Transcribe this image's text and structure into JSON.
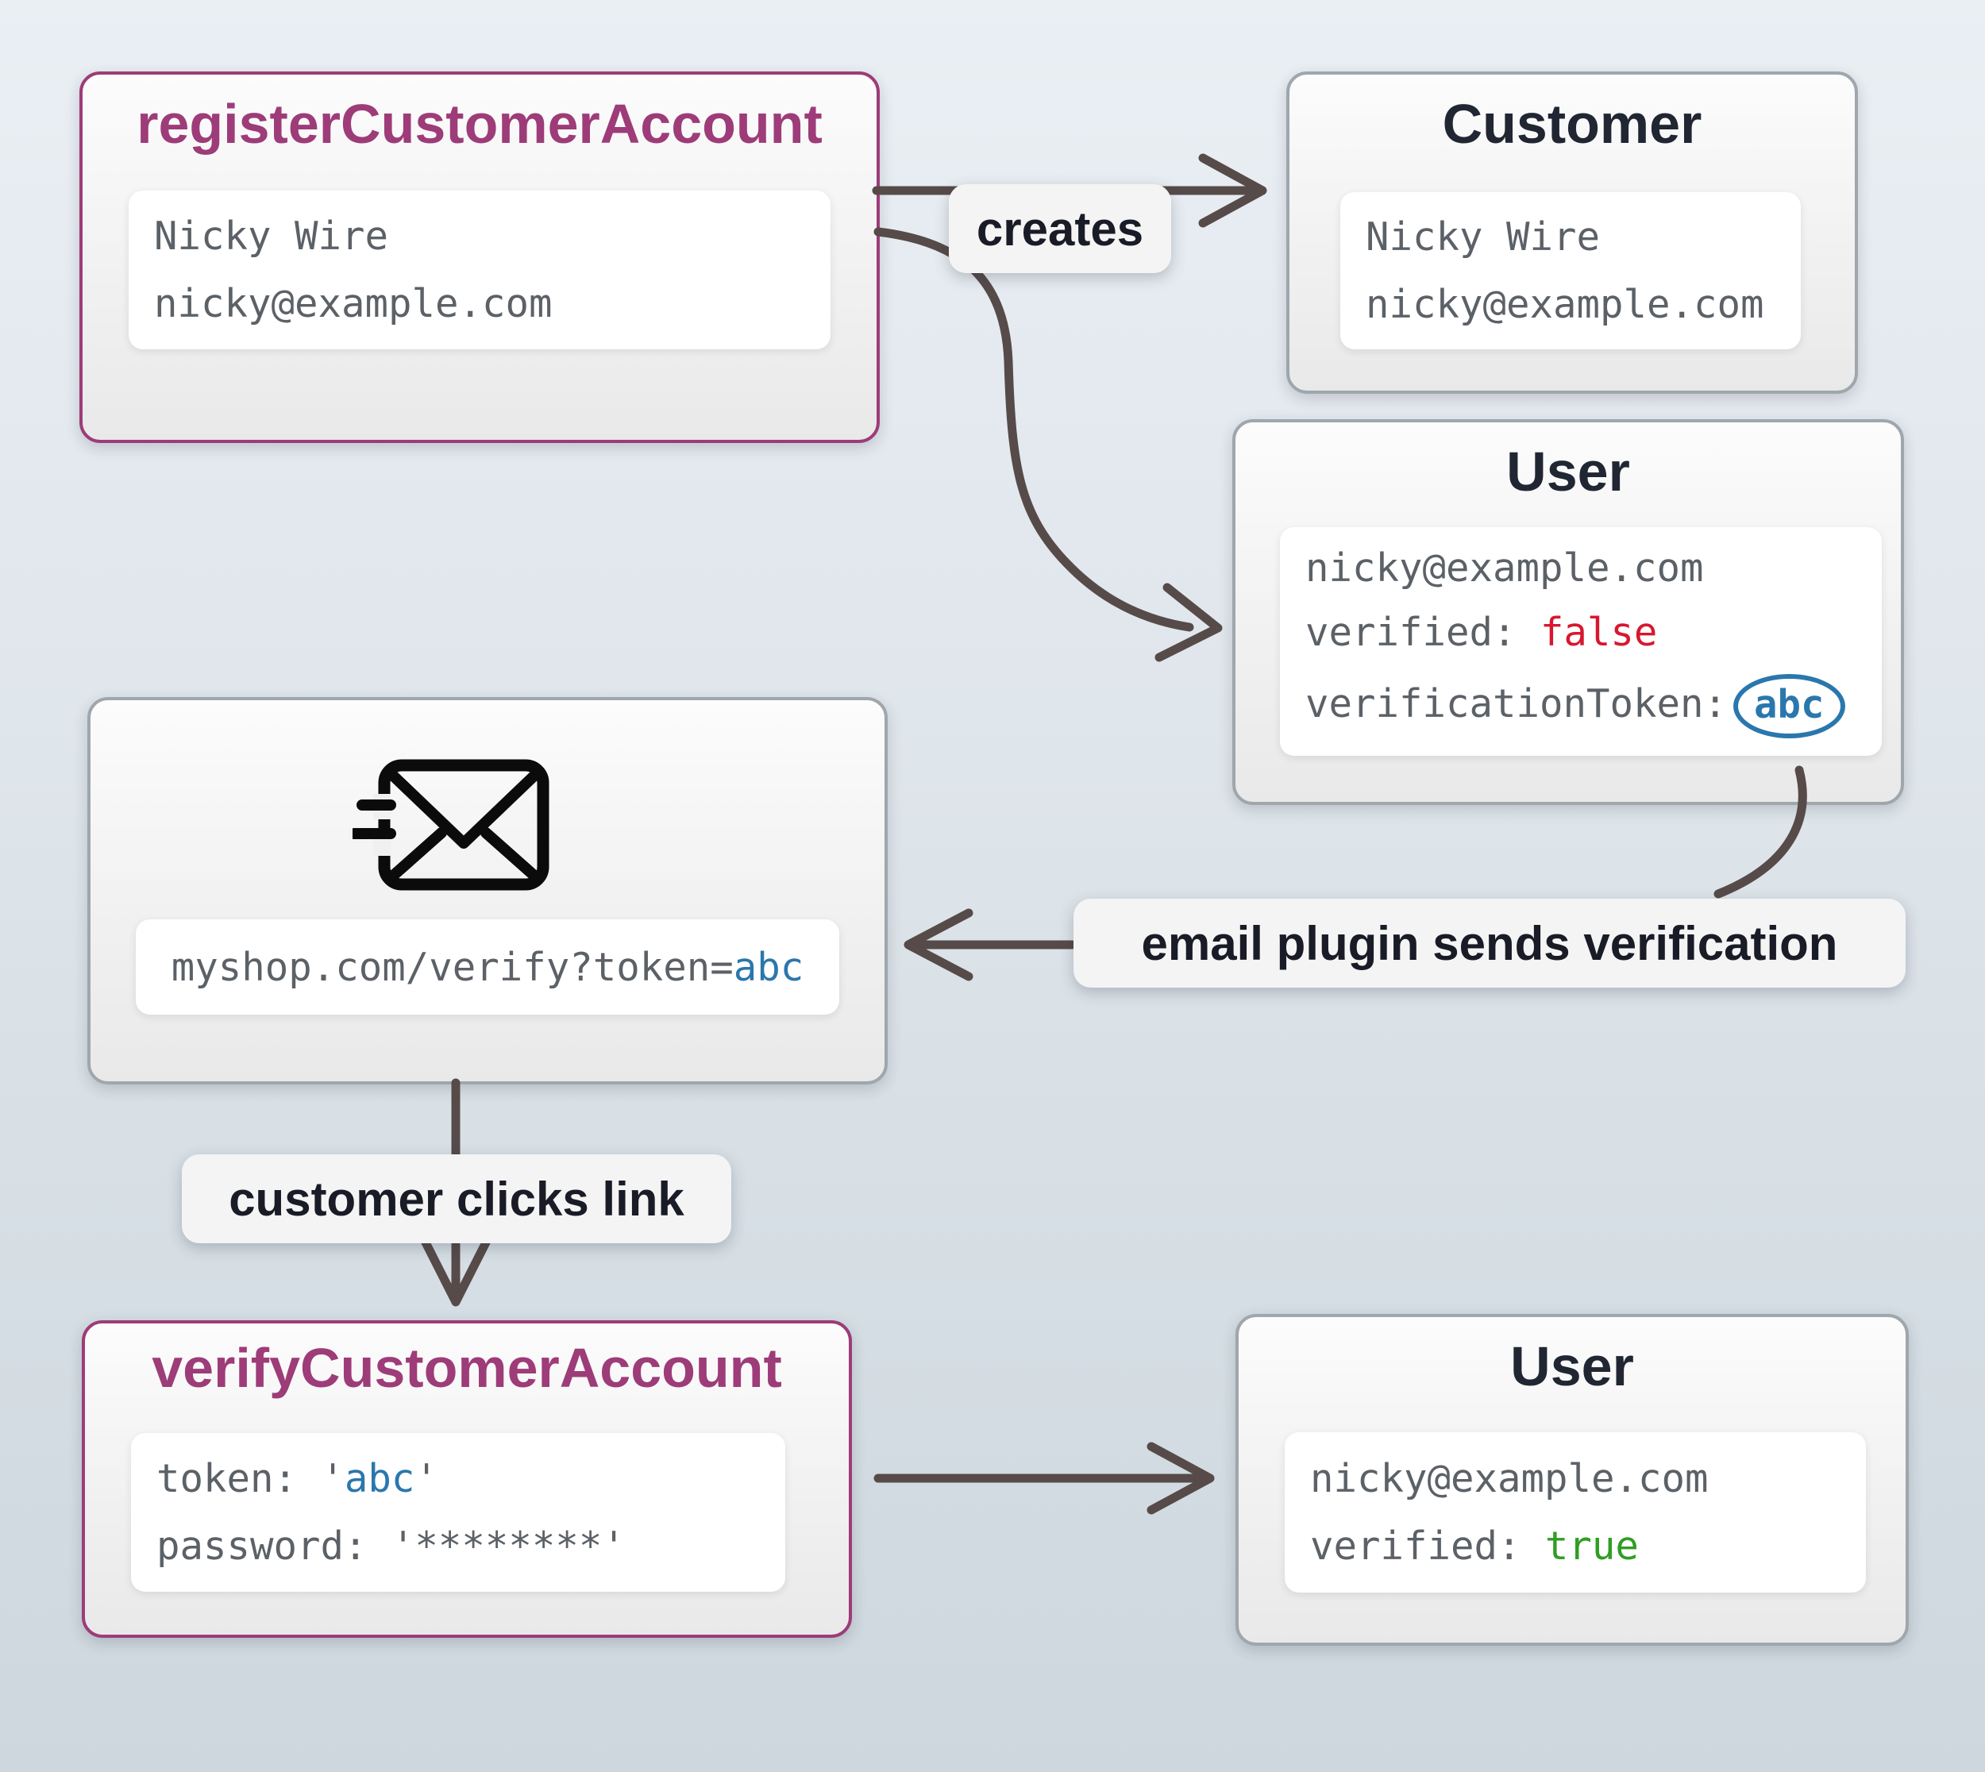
{
  "diagram": {
    "register": {
      "title": "registerCustomerAccount",
      "name": "Nicky Wire",
      "email": "nicky@example.com"
    },
    "customer": {
      "title": "Customer",
      "name": "Nicky Wire",
      "email": "nicky@example.com"
    },
    "user_unverified": {
      "title": "User",
      "email": "nicky@example.com",
      "verified_key": "verified:",
      "verified_value": "false",
      "token_key": "verificationToken:",
      "token_value": "abc"
    },
    "email_message": {
      "icon": "email-send-icon",
      "url_prefix": "myshop.com/verify?token=",
      "url_token": "abc"
    },
    "verify": {
      "title": "verifyCustomerAccount",
      "token_key": "token:",
      "token_quote": "'",
      "token_value": "abc",
      "password_key": "password:",
      "password_value": "'********'"
    },
    "user_verified": {
      "title": "User",
      "email": "nicky@example.com",
      "verified_key": "verified:",
      "verified_value": "true"
    },
    "edge_labels": {
      "creates": "creates",
      "email_plugin": "email plugin sends verification",
      "customer_clicks": "customer clicks link"
    }
  },
  "colors": {
    "accent_purple": "#9d3c78",
    "border_gray": "#9fa7ac",
    "arrow": "#564b49",
    "false_red": "#d6182f",
    "true_green": "#2f9e23",
    "token_blue": "#2a77ad",
    "mono_gray": "#5b6167",
    "title_dark": "#212633"
  }
}
